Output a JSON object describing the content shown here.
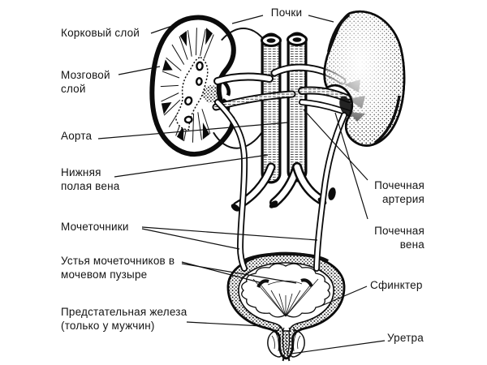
{
  "labels": {
    "kidneys": "Почки",
    "cortical_layer": "Корковый слой",
    "medullary_layer": "Мозговой слой",
    "aorta": "Аорта",
    "inferior_vena_cava": "Нижняя полая вена",
    "ureters": "Мочеточники",
    "ureter_orifices": "Устья мочеточников в мочевом пузыре",
    "prostate": "Предстательная железа (только у мужчин)",
    "renal_artery": "Почечная артерия",
    "renal_vein": "Почечная вена",
    "sphincter": "Сфинктер",
    "urethra": "Уретра"
  },
  "colors": {
    "ink": "#0b0b0b",
    "background": "#ffffff"
  }
}
